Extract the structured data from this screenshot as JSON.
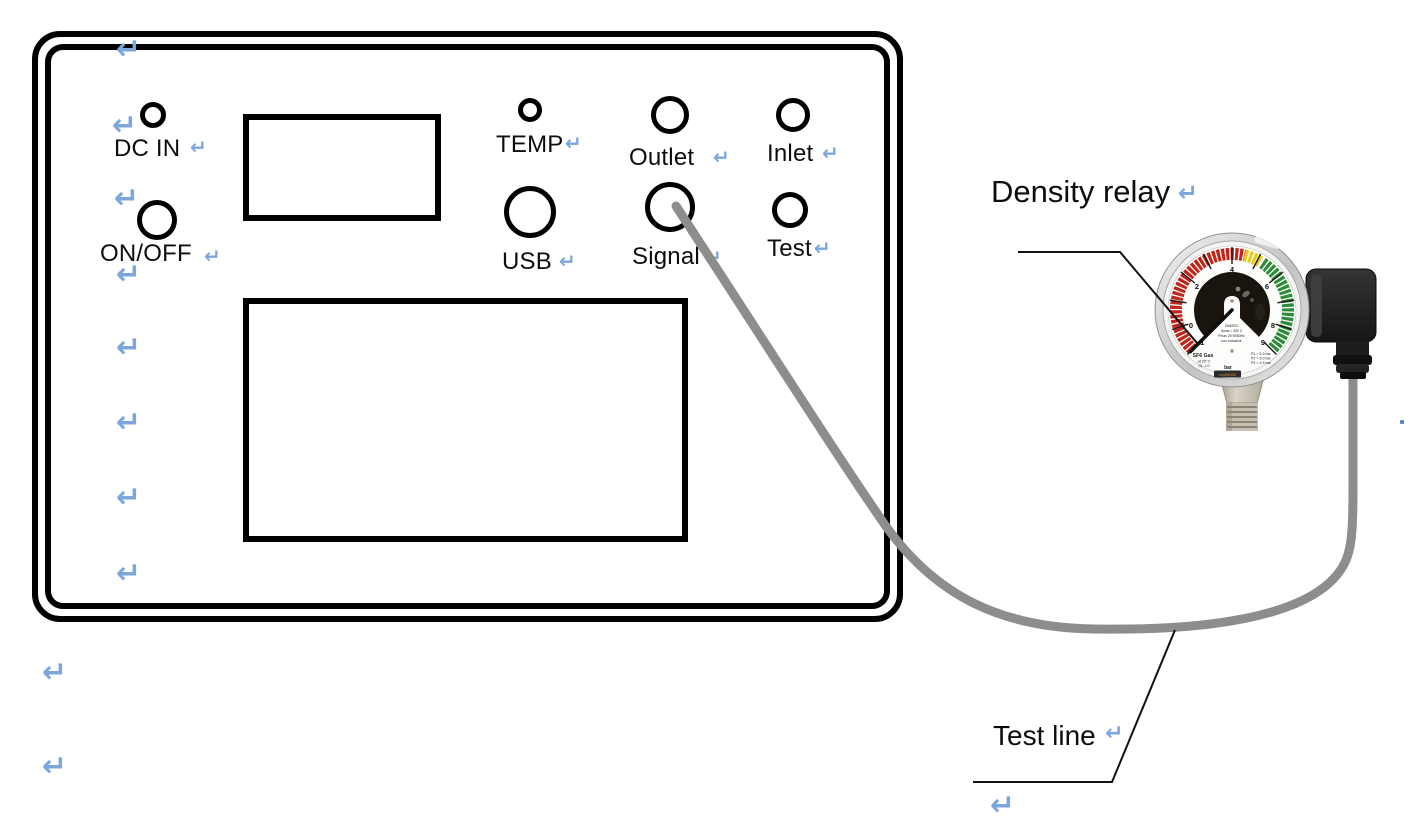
{
  "marks": {
    "pilcrow": "↵"
  },
  "panel": {
    "controls": {
      "dc_in": "DC IN",
      "on_off": "ON/OFF",
      "temp": "TEMP",
      "usb": "USB",
      "outlet": "Outlet",
      "signal": "Signal",
      "inlet": "Inlet",
      "test": "Test"
    }
  },
  "annotations": {
    "density_relay": "Density relay",
    "test_line": "Test line"
  },
  "gauge": {
    "scale_labels": [
      "-1",
      "0",
      "2",
      "4",
      "6",
      "8",
      "9"
    ],
    "dial": {
      "gas": "SF6 Gas",
      "line_temp": "at 20°C",
      "line_class": "CL 1.0",
      "unit": "bar",
      "serial": "xxx00000",
      "center_lines": [
        "ZMM702",
        "Umax = 250 V",
        "Pmax 20 W/50Hz",
        "non-inductive"
      ],
      "setpoints": [
        "P1 = 5.3 bar",
        "P2 = 5.0 bar",
        "P3 = 4.5 bar"
      ]
    },
    "colors": {
      "red": "#c1251a",
      "yellow": "#e3cf1e",
      "green": "#2e8b3a"
    }
  },
  "colors": {
    "pilcrow_blue": "#7da7dc",
    "cable_gray": "#8d8d8d",
    "panel_line": "#000000"
  }
}
